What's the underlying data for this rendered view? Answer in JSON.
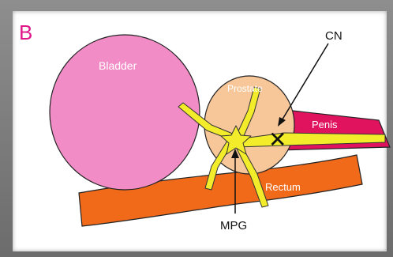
{
  "figure": {
    "panel_letter": "B",
    "labels": {
      "bladder": "Bladder",
      "prostate": "Prostate",
      "penis": "Penis",
      "rectum": "Rectum",
      "cn": "CN",
      "mpg": "MPG"
    },
    "lesion_marker": "✕",
    "colors": {
      "panel_letter": "#e0168a",
      "bladder": "#f28cc6",
      "prostate": "#f7c79a",
      "penis": "#e0145e",
      "rectum": "#f06a1a",
      "nerve": "#f2ec2a",
      "outline": "#222222"
    }
  }
}
